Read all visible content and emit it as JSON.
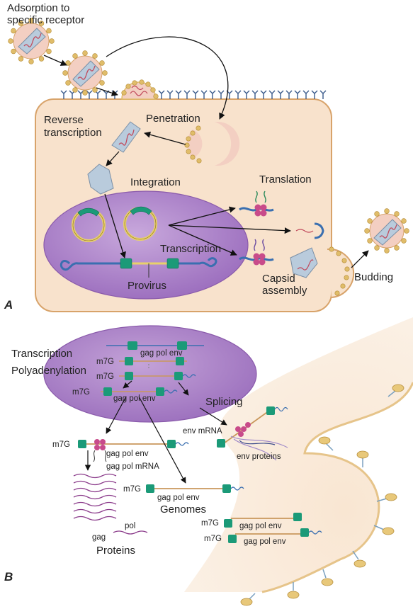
{
  "panel_a": {
    "letter": "A",
    "labels": {
      "adsorption_line1": "Adsorption to",
      "adsorption_line2": "specific receptor",
      "penetration": "Penetration",
      "reverse_line1": "Reverse",
      "reverse_line2": "transcription",
      "integration": "Integration",
      "translation": "Translation",
      "transcription": "Transcription",
      "provirus": "Provirus",
      "capsid_line1": "Capsid",
      "capsid_line2": "assembly",
      "budding": "Budding"
    }
  },
  "panel_b": {
    "letter": "B",
    "labels": {
      "transcription": "Transcription",
      "polyadenylation": "Polyadenylation",
      "splicing": "Splicing",
      "env_mrna": "env mRNA",
      "env_proteins": "env proteins",
      "gag_pol_mrna": "gag pol mRNA",
      "genomes": "Genomes",
      "proteins": "Proteins",
      "gag": "gag",
      "pol": "pol",
      "gag_pol_env": "gag pol env",
      "m7g": "m7G"
    }
  },
  "colors": {
    "cell_fill": "#f8e2cc",
    "cell_stroke": "#d8a36a",
    "nucleus_fill": "#a77cc4",
    "nucleus_stroke": "#8a5aab",
    "provirus_block": "#1b9a78",
    "rna_line": "#c9975c",
    "dna_blue": "#3a6fb0",
    "virion_body": "#f3cfc2",
    "capsid": "#b9cbdc",
    "spike": "#e0bd6a"
  }
}
